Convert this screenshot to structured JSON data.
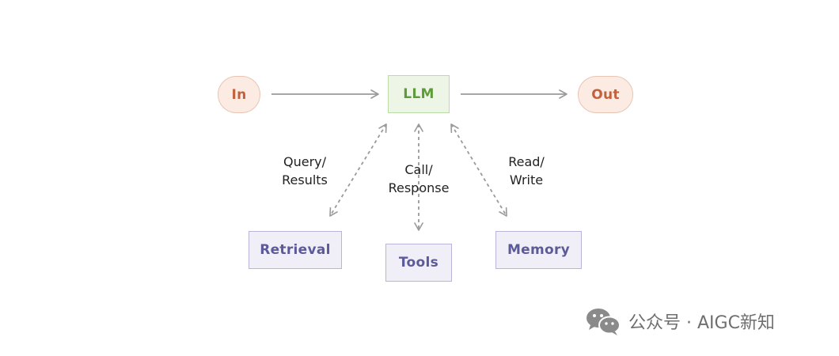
{
  "nodes": {
    "input": "In",
    "llm": "LLM",
    "output": "Out",
    "retrieval": "Retrieval",
    "tools": "Tools",
    "memory": "Memory"
  },
  "edges": {
    "retrieval": [
      "Query/",
      "Results"
    ],
    "tools": [
      "Call/",
      "Response"
    ],
    "memory": [
      "Read/",
      "Write"
    ]
  },
  "colors": {
    "io_fill": "#fbebe3",
    "io_text": "#c0623d",
    "llm_fill": "#edf6e6",
    "llm_text": "#5f9a3b",
    "aux_fill": "#f0eff8",
    "aux_text": "#5c5a98",
    "arrow": "#9a9a9a"
  },
  "watermark": {
    "text": "公众号 · AIGC新知",
    "logo": "wechat-icon"
  }
}
